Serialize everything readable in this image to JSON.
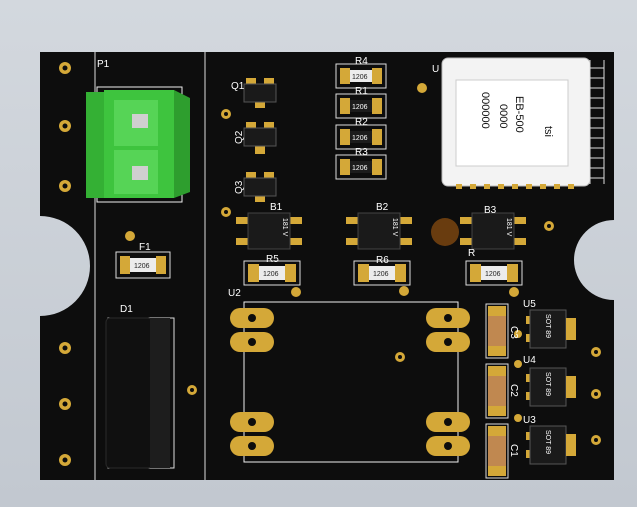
{
  "scene": {
    "colors": {
      "background": "#c6ccd4",
      "board": "#0d0d0d",
      "silkscreen": "#ffffff",
      "pad_gold": "#d4a838",
      "connector_green": "#3ec43e",
      "module_white": "#f3f3f3",
      "capacitor_tan": "#c08850",
      "led_amber": "#7a4510"
    }
  },
  "designators": {
    "p1": "P1",
    "q1": "Q1",
    "q2": "Q2",
    "q3": "Q3",
    "r1": "R1",
    "r2": "R2",
    "r3": "R3",
    "r4": "R4",
    "r5": "R5",
    "r6": "R6",
    "r7": "R",
    "b1": "B1",
    "b2": "B2",
    "b3": "B3",
    "f1": "F1",
    "d1": "D1",
    "u1": "U",
    "u2": "U2",
    "u3": "U3",
    "u4": "U4",
    "u5": "U5",
    "c1": "C1",
    "c2": "C2",
    "c3": "C3"
  },
  "packages": {
    "r4": "1206",
    "r1": "1206",
    "r2": "1206",
    "r3": "1206",
    "r5": "1206",
    "r6": "1206",
    "r7": "1206",
    "f1": "1206",
    "b1": "181 V",
    "b2": "181 V",
    "b3": "181 V",
    "u3": "SOT 89",
    "u4": "SOT 89",
    "u5": "SOT 89"
  },
  "gps_module": {
    "line1": "tsi",
    "line2": "EB-500",
    "line3": "0000",
    "line4": "000000"
  }
}
